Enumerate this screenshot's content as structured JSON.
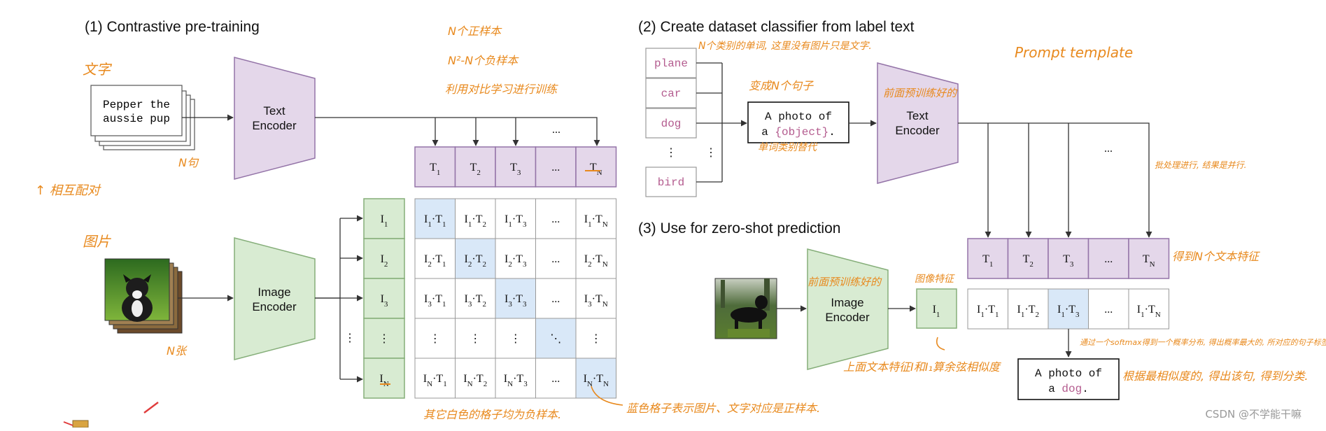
{
  "section1": {
    "title": "(1) Contrastive pre-training"
  },
  "section2": {
    "title": "(2) Create dataset classifier from label text"
  },
  "section3": {
    "title": "(3) Use for zero-shot prediction"
  },
  "text_input": {
    "line1": "Pepper the",
    "line2": "aussie pup"
  },
  "encoders": {
    "text": {
      "line1": "Text",
      "line2": "Encoder"
    },
    "image": {
      "line1": "Image",
      "line2": "Encoder"
    }
  },
  "symbols": {
    "ellipsis": "...",
    "vdots": "⋮",
    "ddots": "⋱"
  },
  "text_features": [
    "T1",
    "T2",
    "T3",
    "...",
    "TN"
  ],
  "image_features": [
    "I1",
    "I2",
    "I3",
    "⋮",
    "IN"
  ],
  "matrix_rows": [
    [
      "I1·T1",
      "I1·T2",
      "I1·T3",
      "...",
      "I1·TN"
    ],
    [
      "I2·T1",
      "I2·T2",
      "I2·T3",
      "...",
      "I2·TN"
    ],
    [
      "I3·T1",
      "I3·T2",
      "I3·T3",
      "...",
      "I3·TN"
    ],
    [
      "⋮",
      "⋮",
      "⋮",
      "⋱",
      "⋮"
    ],
    [
      "IN·T1",
      "IN·T2",
      "IN·T3",
      "...",
      "IN·TN"
    ]
  ],
  "labels": [
    "plane",
    "car",
    "dog",
    "bird"
  ],
  "prompt": {
    "line1": "A photo of",
    "line2_prefix": "a ",
    "line2_object": "{object}",
    "line2_suffix": "."
  },
  "zeroshot_image_feature": "I1",
  "zeroshot_row": [
    "I1·T1",
    "I1·T2",
    "I1·T3",
    "...",
    "I1·TN"
  ],
  "prediction": {
    "line1": "A photo of",
    "line2_prefix": "a ",
    "line2_object": "dog",
    "line2_suffix": "."
  },
  "annotations": {
    "n_positive": "N个正样本",
    "n2_negative": "N²-N个负样本",
    "use_contrastive": "利用对比学习进行训练",
    "text_label": "文字",
    "n_sentences": "N句",
    "pairs": "↑ 相互配对",
    "image_label": "图片",
    "n_images": "N张",
    "other_negative": "其它白色的格子均为负样本.",
    "diagonal_positive": "蓝色格子表示图片、文字对应是正样本.",
    "n_class_words": "N个类别的单词, 这里没有图片只是文字.",
    "make_n_sentences": "变成N个句子",
    "class_word_replace": "单词类别替代",
    "pretrained_text": "前面预训练好的",
    "prompt_template": "Prompt template",
    "batch_note": "批处理进行, 结果是并行.",
    "get_n_text_features": "得到N个文本特征",
    "pretrained_image": "前面预训练好的",
    "image_feature": "图像特征",
    "cosine_note": "上面文本特征I和I₁算余弦相似度",
    "softmax_note": "通过一个softmax得到一个概率分布, 得出概率最大的, 所对应的句子标签",
    "best_match": "根据最相似度的, 得出该句, 得到分类."
  },
  "watermark": "CSDN @不学能干嘛",
  "colors": {
    "text_purple": "#e4d7ea",
    "text_purple_border": "#9474a8",
    "image_green": "#d8ebd2",
    "image_green_border": "#85ae79",
    "positive_blue": "#d9e8f8",
    "label_pink": "#b45c8f",
    "annotation_orange": "#e8891d"
  }
}
